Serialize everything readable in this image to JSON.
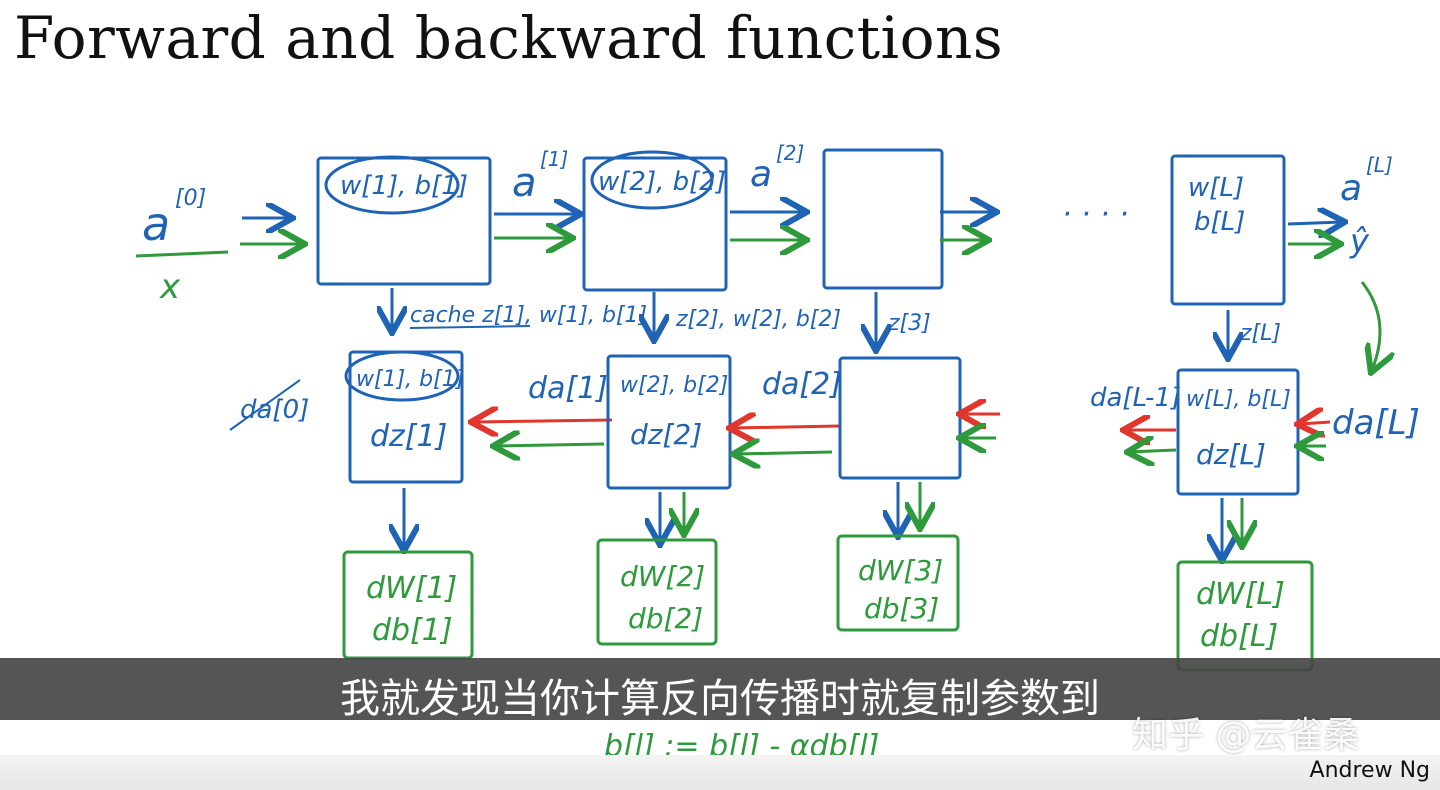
{
  "title": "Forward and backward functions",
  "labels": {
    "a0": "a",
    "a0_sup": "[0]",
    "x": "x",
    "a1": "a",
    "a1_sup": "[1]",
    "a2": "a",
    "a2_sup": "[2]",
    "aL": "a",
    "aL_sup": "[L]",
    "yhat": "ŷ",
    "dots": "· · · ·",
    "cache1": "cache z[1], w[1], b[1]",
    "cache2": "z[2], w[2], b[2]",
    "cache3": "z[3]",
    "cacheL": "z[L]",
    "fw1": "w[1], b[1]",
    "fw2": "w[2], b[2]",
    "fwL_w": "w[L]",
    "fwL_b": "b[L]",
    "bw1_params": "w[1], b[1]",
    "bw1_dz": "dz[1]",
    "bw2_params": "w[2], b[2]",
    "bw2_dz": "dz[2]",
    "bwL_params": "w[L], b[L]",
    "bwL_dz": "dz[L]",
    "da0": "da[0]",
    "da1": "da[1]",
    "da2": "da[2]",
    "daL1": "da[L-1]",
    "daL": "da[L]",
    "dW1": "dW[1]",
    "db1": "db[1]",
    "dW2": "dW[2]",
    "db2": "db[2]",
    "dW3": "dW[3]",
    "db3": "db[3]",
    "dWL": "dW[L]",
    "dbL": "db[L]",
    "update_b": "b[l] := b[l] - αdb[l]"
  },
  "caption": "我就发现当你计算反向传播时就复制参数到",
  "watermark": "知乎 @云雀桑",
  "author": "Andrew Ng",
  "colors": {
    "blue": "#1f63b5",
    "green": "#2e9a3c",
    "red": "#e0362c"
  }
}
